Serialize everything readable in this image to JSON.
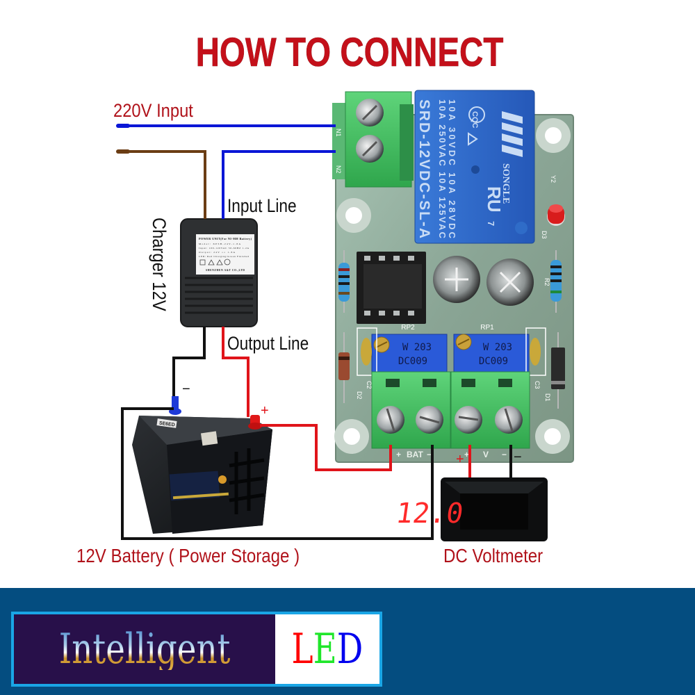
{
  "title": "HOW TO CONNECT",
  "labels": {
    "ac_input": "220V Input",
    "input_line": "Input Line",
    "charger": "Charger 12V",
    "output_line": "Output Line",
    "battery": "12V Battery ( Power Storage )",
    "voltmeter": "DC Voltmeter",
    "plus": "+",
    "minus": "−"
  },
  "charger_label": {
    "heading": "POWER UNIT(For NI-MH Battery)",
    "rows": [
      "Model:  XPSB-24V-1.8A",
      "Input:  100-120VAC 50-60HZ 1.2A",
      "Output:  24V == 1.8A",
      "LED:  Red Charging/Green Finished"
    ],
    "maker": "SHENZHEN A&T CO.,LTD"
  },
  "battery_sticker": "SE6ED",
  "relay": {
    "brand": "SONGLE",
    "model": "SRD-12VDC-SL-A",
    "ratings": [
      "10A 250VAC  10A 125VAC",
      "10A 30VDC  10A 28VDC"
    ],
    "cert": "CQC",
    "pin_mark": "7"
  },
  "board": {
    "top_terminal_marks": [
      "N1",
      "N2"
    ],
    "potentiometers": [
      {
        "ref": "RP2",
        "line1": "W 203",
        "line2": "DC009"
      },
      {
        "ref": "RP1",
        "line1": "W 203",
        "line2": "DC009"
      }
    ],
    "refs": [
      "Y2",
      "D3",
      "R2",
      "C2",
      "D2",
      "C3",
      "D1"
    ],
    "bottom_terminal_marks": [
      "+",
      "BAT",
      "−",
      "+",
      "V",
      "−"
    ]
  },
  "voltmeter_reading": "12.0",
  "footer": {
    "brand_part1": "Intelligent",
    "brand_part2_letters": [
      "L",
      "E",
      "D"
    ]
  },
  "colors": {
    "title": "#c4101a",
    "label": "#b0121a",
    "label_black": "#111111",
    "wire_blue": "#0a16d6",
    "wire_brown": "#6b3d14",
    "wire_red": "#e0141a",
    "wire_black": "#111111",
    "pcb": "#8fa89a",
    "terminal_green": "#3fbf5f",
    "relay_blue": "#2a66c8",
    "display_red": "#ff2a2a",
    "footer_bg": "#044d80"
  }
}
